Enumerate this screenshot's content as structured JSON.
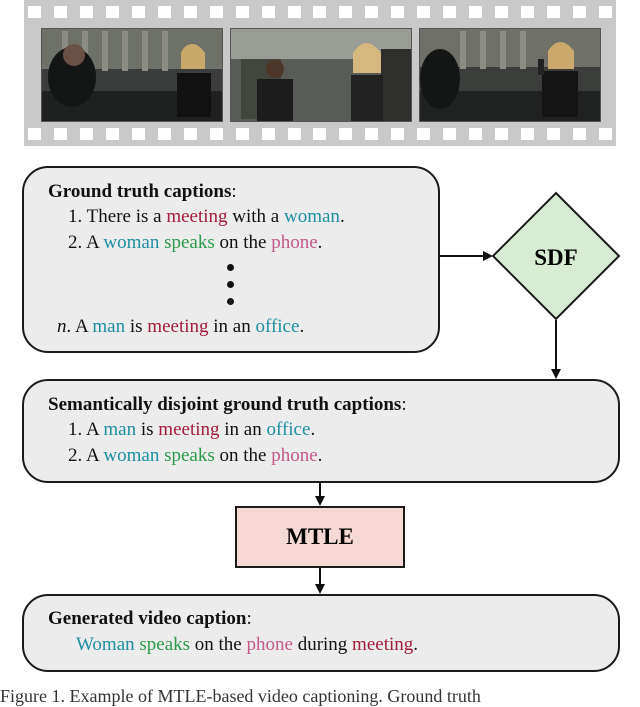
{
  "film": {
    "frames": [
      "frame-1",
      "frame-2",
      "frame-3"
    ]
  },
  "gt_box": {
    "title": "Ground truth captions",
    "colon": ":",
    "line1": {
      "num": "1.",
      "a": "There is a",
      "w1": "meeting",
      "b": "with a",
      "w2": "woman",
      "c": "."
    },
    "line2": {
      "num": "2.",
      "a": "A",
      "w1": "woman",
      "w2": "speaks",
      "b": "on the",
      "w3": "phone",
      "c": "."
    },
    "lineN": {
      "num": "n",
      "dot": ".",
      "a": "A",
      "w1": "man",
      "b": "is",
      "w2": "meeting",
      "c": "in an",
      "w3": "office",
      "d": "."
    }
  },
  "sdf": {
    "label": "SDF"
  },
  "disjoint_box": {
    "title": "Semantically disjoint ground truth captions",
    "colon": ":",
    "line1": {
      "num": "1.",
      "a": "A",
      "w1": "man",
      "b": "is",
      "w2": "meeting",
      "c": "in an",
      "w3": "office",
      "d": "."
    },
    "line2": {
      "num": "2.",
      "a": "A",
      "w1": "woman",
      "w2": "speaks",
      "b": "on the",
      "w3": "phone",
      "c": "."
    }
  },
  "mtle": {
    "label": "MTLE"
  },
  "generated_box": {
    "title": "Generated video caption",
    "colon": ":",
    "w1": "Woman",
    "w2": "speaks",
    "a": "on the",
    "w3": "phone",
    "b": "during",
    "w4": "meeting",
    "c": "."
  },
  "figure_caption": "Figure 1. Example of MTLE-based video captioning. Ground truth",
  "colors": {
    "cyan": "#1c8fa0",
    "green": "#2a9a4a",
    "red": "#a31c3a",
    "pink": "#c4588a",
    "sdf_fill": "#d8ecd4",
    "mtle_fill": "#f6d9d5"
  }
}
